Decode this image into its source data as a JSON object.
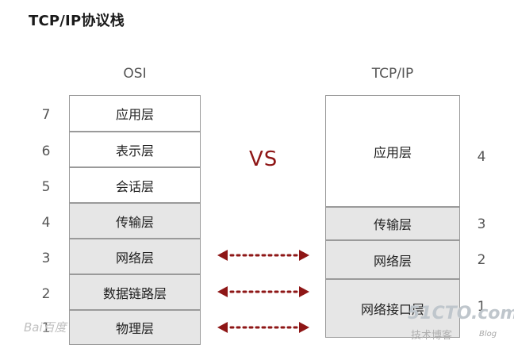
{
  "title": "TCP/IP协议栈",
  "osi": {
    "header": "OSI",
    "layers": [
      {
        "num": "7",
        "label": "应用层"
      },
      {
        "num": "6",
        "label": "表示层"
      },
      {
        "num": "5",
        "label": "会话层"
      },
      {
        "num": "4",
        "label": "传输层"
      },
      {
        "num": "3",
        "label": "网络层"
      },
      {
        "num": "2",
        "label": "数据链路层"
      },
      {
        "num": "1",
        "label": "物理层"
      }
    ]
  },
  "tcpip": {
    "header": "TCP/IP",
    "layers": [
      {
        "num": "4",
        "label": "应用层"
      },
      {
        "num": "3",
        "label": "传输层"
      },
      {
        "num": "2",
        "label": "网络层"
      },
      {
        "num": "1",
        "label": "网络接口层"
      }
    ]
  },
  "vs": "VS",
  "colors": {
    "arrow": "#8e1616",
    "layer_gray": "#e6e6e6",
    "layer_border": "#9a9a9a"
  },
  "watermarks": {
    "baidu": "Bai百度",
    "site": "51CTO.com",
    "site_sub": "技术博客",
    "site_blog": "Blog"
  }
}
